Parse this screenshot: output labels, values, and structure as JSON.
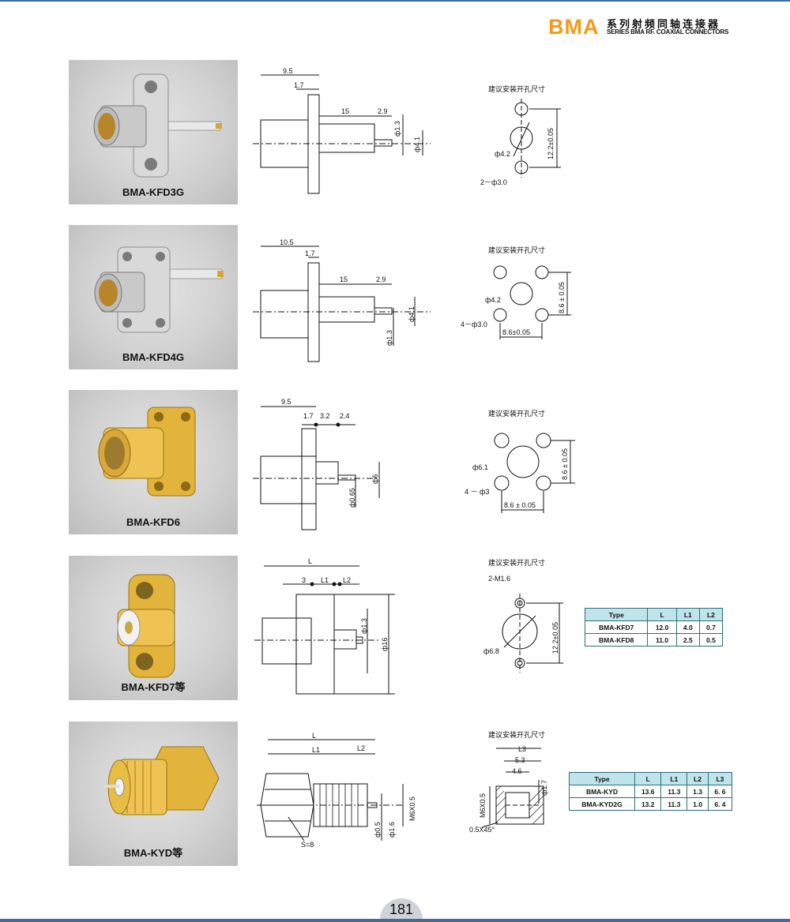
{
  "header": {
    "brand": "BMA",
    "title_cn": "系列射频同轴连接器",
    "title_en": "SERIES BMA RF. COAXIAL CONNECTORS"
  },
  "hole_title": "建议安装开孔尺寸",
  "products": [
    {
      "name": "BMA-KFD3G",
      "dims": [
        "9.5",
        "1.7",
        "15",
        "2.9",
        "ф1.3",
        "ф4.1"
      ],
      "holes": [
        "ф4.2",
        "2－ф3.0",
        "12.2±0.05"
      ]
    },
    {
      "name": "BMA-KFD4G",
      "dims": [
        "10.5",
        "1.7",
        "15",
        "2.9",
        "ф4.1",
        "ф1.3"
      ],
      "holes": [
        "ф4.2",
        "4－ф3.0",
        "8.6±0.05",
        "8.6 ± 0.05"
      ]
    },
    {
      "name": "BMA-KFD6",
      "dims": [
        "9.5",
        "1.7",
        "3.2",
        "2.4",
        "ф6",
        "ф0.65"
      ],
      "holes": [
        "ф6.1",
        "4 － ф3",
        "8.6 ± 0.05",
        "8.6 ± 0.05"
      ]
    },
    {
      "name": "BMA-KFD7等",
      "dims": [
        "L",
        "3",
        "L1",
        "L2",
        "ф1.3",
        "ф16"
      ],
      "holes": [
        "2-M1.6",
        "ф6.8",
        "12.2±0.05"
      ],
      "table": {
        "headers": [
          "Type",
          "L",
          "L1",
          "L2"
        ],
        "rows": [
          [
            "BMA-KFD7",
            "12.0",
            "4.0",
            "0.7"
          ],
          [
            "BMA-KFD8",
            "11.0",
            "2.5",
            "0.5"
          ]
        ]
      }
    },
    {
      "name": "BMA-KYD等",
      "dims": [
        "L",
        "L1",
        "L2",
        "M6X0.5",
        "ф0.5",
        "ф1.6",
        "S=8"
      ],
      "holes": [
        "L3",
        "5.3",
        "4.6",
        "M6X0.5",
        "ф1.7",
        "0.5X45°"
      ],
      "table": {
        "headers": [
          "Type",
          "L",
          "L1",
          "L2",
          "L3"
        ],
        "rows": [
          [
            "BMA-KYD",
            "13.6",
            "11.3",
            "1.3",
            "6. 6"
          ],
          [
            "BMA-KYD2G",
            "13.2",
            "11.3",
            "1.0",
            "6. 4"
          ]
        ]
      }
    }
  ],
  "page_number": "181"
}
